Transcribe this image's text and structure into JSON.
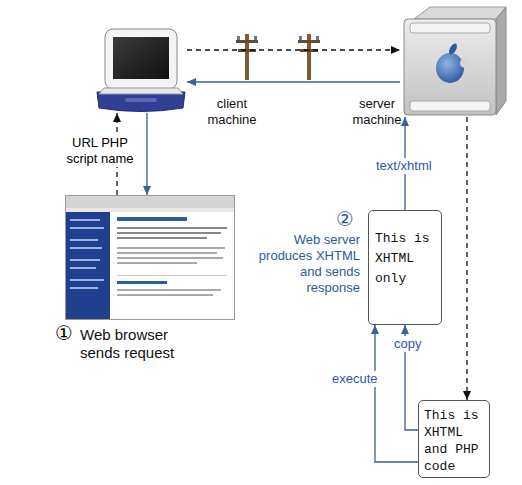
{
  "diagram": {
    "nodes": [
      {
        "text": [
          "client machine"
        ]
      },
      {
        "text": [
          "server machine"
        ]
      },
      {
        "text": [
          "Web browser sends request"
        ]
      },
      {
        "text": [
          "This is XHTML only"
        ]
      },
      {
        "text": [
          "This is XHTML and PHP code"
        ]
      }
    ],
    "edges": [
      {
        "from": 0,
        "to": 1,
        "arrow": "to"
      },
      {
        "from": 1,
        "to": 0,
        "arrow": "to"
      },
      {
        "from": 0,
        "to": 2,
        "arrow": "to"
      },
      {
        "from": 2,
        "to": 0,
        "label": "URL PHP script name",
        "arrow": "to"
      },
      {
        "from": 3,
        "to": 1,
        "label": "text/xhtml",
        "arrow": "to"
      },
      {
        "from": 1,
        "to": 4,
        "arrow": "to"
      },
      {
        "from": 4,
        "to": 3,
        "label": "copy",
        "arrow": "to"
      },
      {
        "from": 4,
        "to": 3,
        "label": "execute",
        "arrow": "to"
      }
    ],
    "labels": [
      "①",
      "②",
      "Web server produces XHTML and sends response"
    ]
  }
}
